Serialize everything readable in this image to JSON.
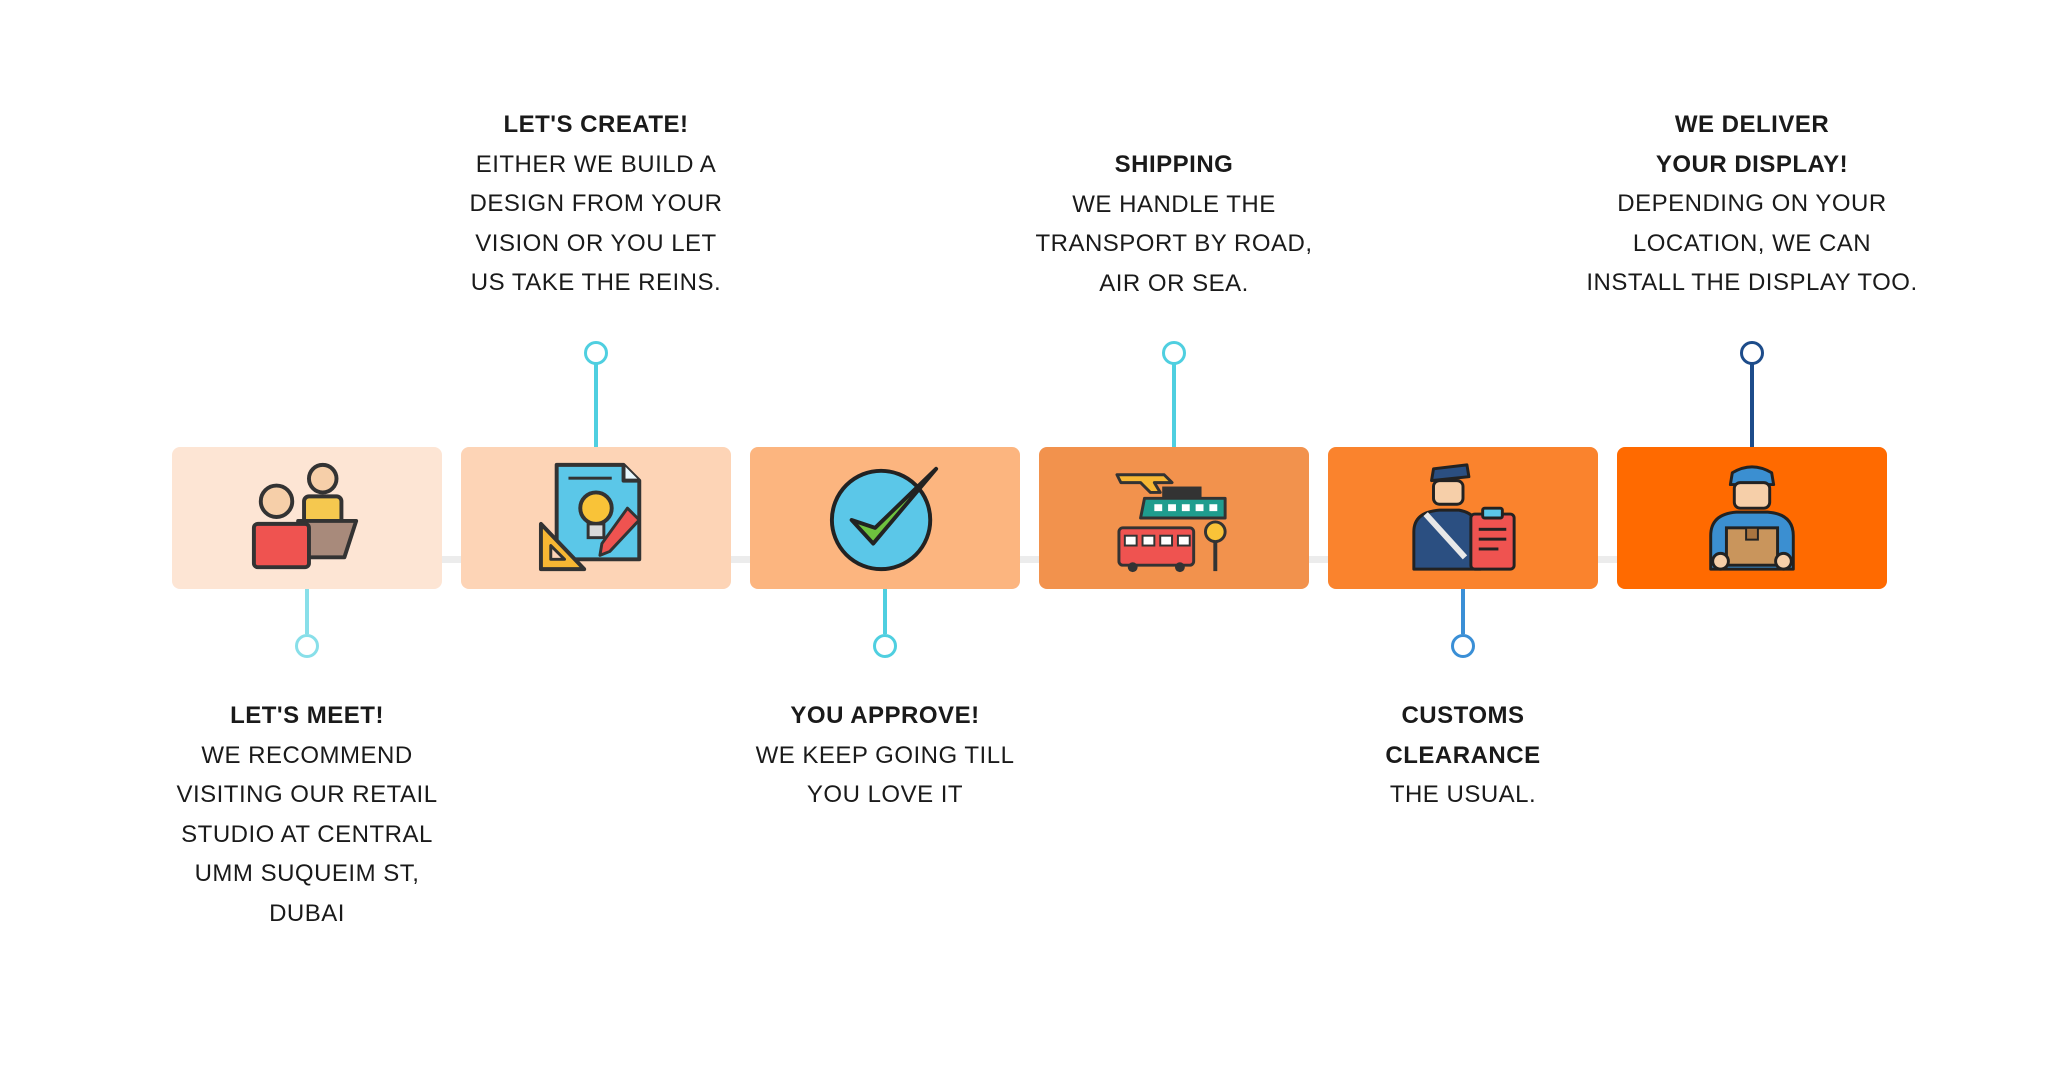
{
  "colors": {
    "timeline": "#ececec",
    "box_1": "#fde5d4",
    "box_2": "#fdd4b6",
    "box_3": "#fcb57f",
    "box_4": "#f2924d",
    "box_5": "#fa832d",
    "box_6": "#ff6a00",
    "connector_cyan": "#4fcfe0",
    "connector_blue": "#3a8fd6",
    "connector_navy": "#1d4c8a"
  },
  "steps": [
    {
      "icon": "meeting-icon",
      "title": "LET'S MEET!",
      "body": "WE RECOMMEND VISITING OUR RETAIL STUDIO AT CENTRAL UMM SUQUEIM ST, DUBAI"
    },
    {
      "icon": "design-idea-icon",
      "title": "LET'S CREATE!",
      "body": "EITHER WE BUILD A DESIGN FROM YOUR VISION OR YOU LET US TAKE THE REINS."
    },
    {
      "icon": "checkmark-icon",
      "title": "YOU APPROVE!",
      "body": "WE KEEP GOING TILL YOU LOVE IT"
    },
    {
      "icon": "transport-icon",
      "title": "SHIPPING",
      "body": "WE HANDLE THE TRANSPORT BY ROAD, AIR OR SEA."
    },
    {
      "icon": "customs-officer-icon",
      "title": "CUSTOMS CLEARANCE",
      "body": "THE USUAL."
    },
    {
      "icon": "delivery-person-icon",
      "title": "WE DELIVER YOUR DISPLAY!",
      "body": "DEPENDING ON YOUR LOCATION, WE CAN INSTALL THE DISPLAY TOO."
    }
  ]
}
